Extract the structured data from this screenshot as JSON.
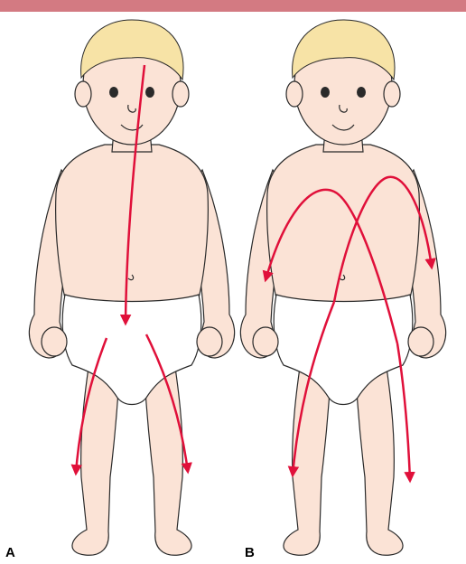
{
  "colors": {
    "top_bar": "#d37a82",
    "skin": "#fbe3d6",
    "hair": "#f7e3a6",
    "outline": "#2a2a2a",
    "diaper": "#ffffff",
    "arrow": "#e0103a",
    "background": "#ffffff"
  },
  "panels": [
    {
      "label": "A",
      "arrows": [
        "head-to-trunk",
        "left-leg-distal",
        "right-leg-distal"
      ]
    },
    {
      "label": "B",
      "arrows": [
        "shoulder-to-right-arm",
        "shoulder-to-left-arm",
        "trunk-to-left-leg",
        "trunk-to-right-leg"
      ]
    }
  ]
}
